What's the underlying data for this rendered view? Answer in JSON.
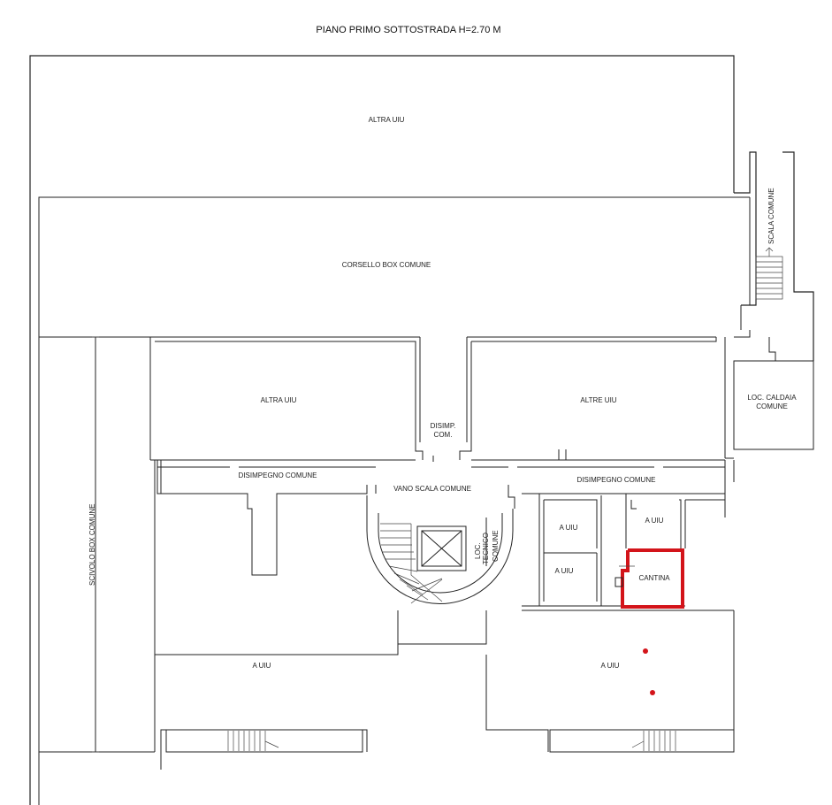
{
  "title": "PIANO PRIMO SOTTOSTRADA H=2.70 M",
  "rooms": {
    "altra_uiu_top": "ALTRA UIU",
    "corsello": "CORSELLO BOX COMUNE",
    "scala_comune": "SCALA COMUNE",
    "loc_caldaia_1": "LOC. CALDAIA",
    "loc_caldaia_2": "COMUNE",
    "altra_uiu_left": "ALTRA UIU",
    "disimp_1": "DISIMP.",
    "disimp_2": "COM.",
    "altre_uiu": "ALTRE UIU",
    "disimpegno_left": "DISIMPEGNO COMUNE",
    "vano_scala": "VANO SCALA COMUNE",
    "disimpegno_right": "DISIMPEGNO COMUNE",
    "loc_tecnico_1": "LOC.",
    "loc_tecnico_2": "TECNICO",
    "loc_tecnico_3": "COMUNE",
    "a_uiu_1": "A UIU",
    "a_uiu_2": "A UIU",
    "a_uiu_3": "A UIU",
    "cantina": "CANTINA",
    "scivolo": "SCIVOLO BOX COMUNE",
    "a_uiu_bottom_left": "A UIU",
    "a_uiu_bottom_right": "A UIU"
  },
  "colors": {
    "highlight": "#d3141a",
    "walls": "#222222"
  }
}
